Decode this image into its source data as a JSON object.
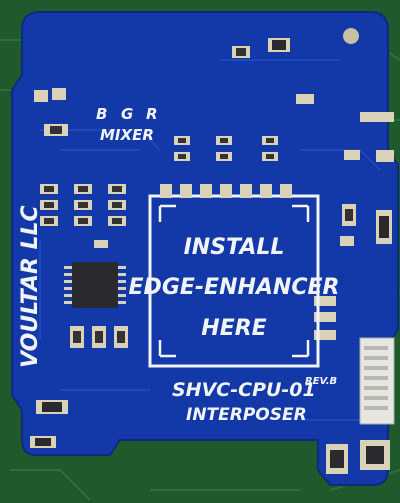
{
  "photo": {
    "brand_label": "VOULTAR LLC",
    "mixer_letters": [
      "B",
      "G",
      "R"
    ],
    "mixer_label": "MIXER",
    "center_text_lines": [
      "INSTALL",
      "EDGE-ENHANCER",
      "HERE"
    ],
    "board_name": "SHVC-CPU-01",
    "board_revision": "REV.B",
    "board_subtitle": "INTERPOSER"
  },
  "colors": {
    "host_board": "#1f5a2c",
    "interposer_pcb": "#1338a8",
    "silkscreen": "#f2f4fb",
    "pads": "#d9d2b8",
    "chip": "#2a2a2e"
  }
}
